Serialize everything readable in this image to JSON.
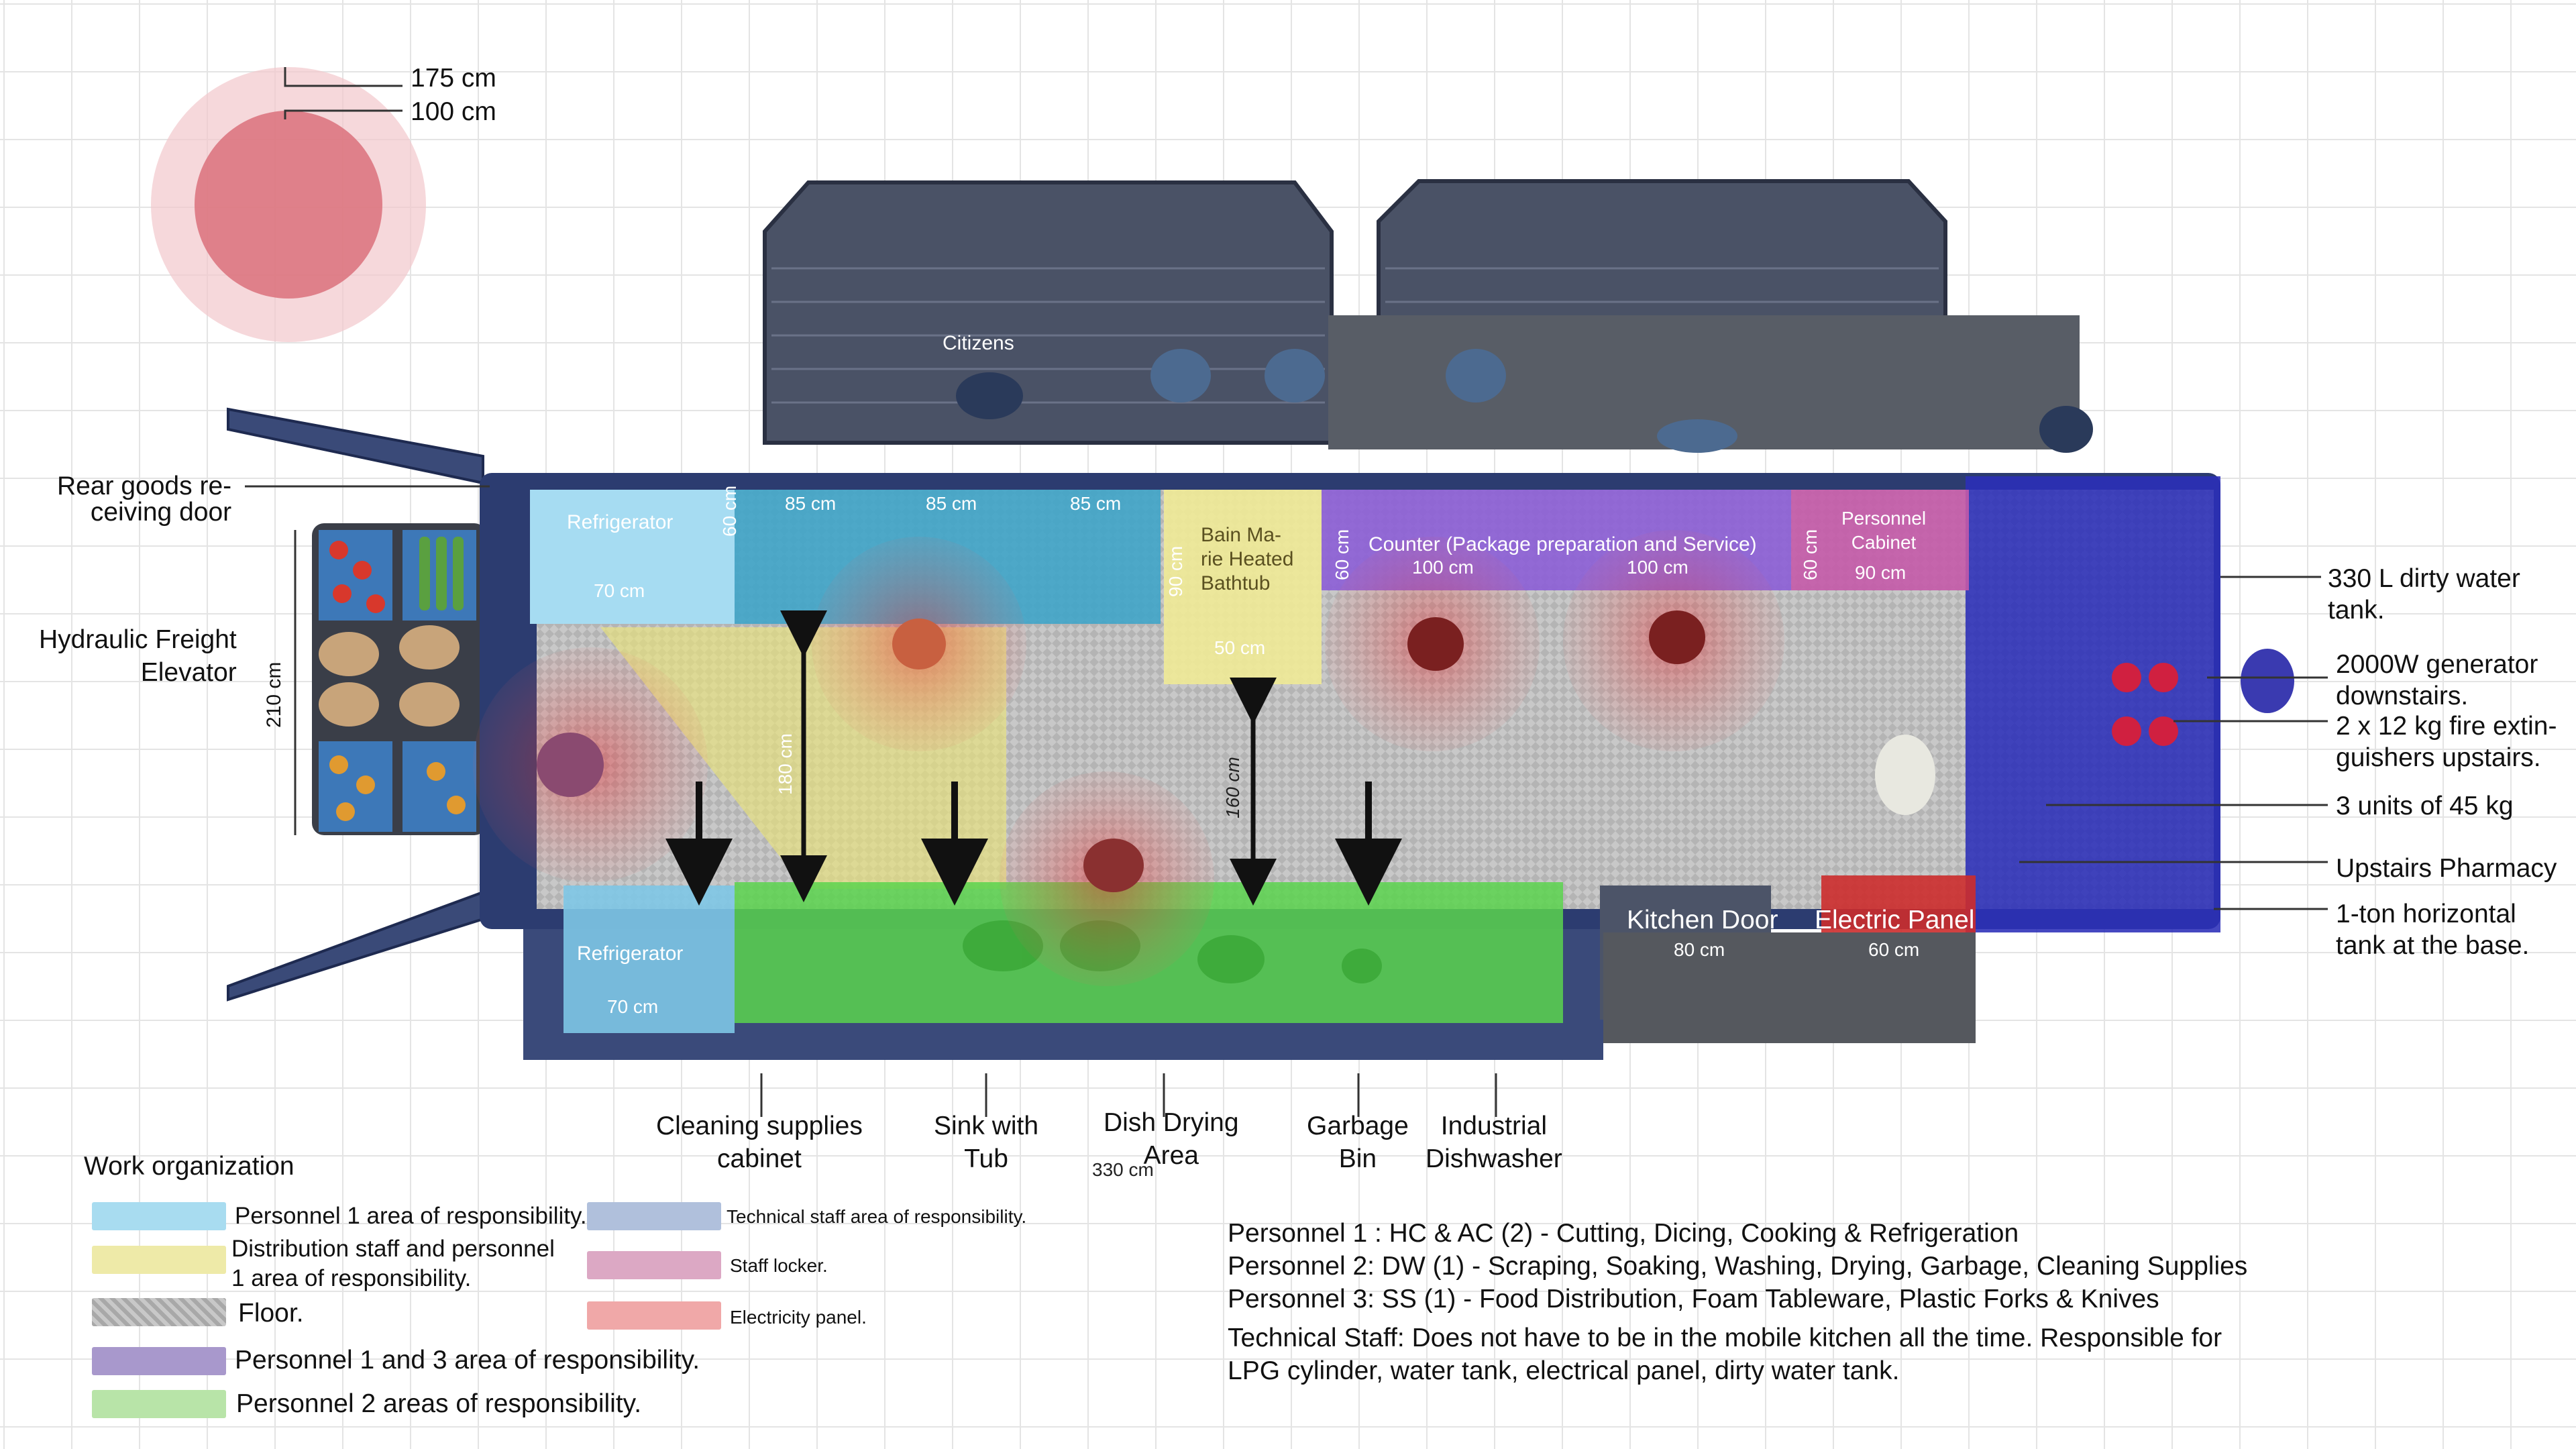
{
  "dimensions": {
    "d175": "175 cm",
    "d100": "100 cm",
    "d85a": "85 cm",
    "d85b": "85 cm",
    "d85c": "85 cm",
    "d60a": "60 cm",
    "d70a": "70 cm",
    "d90": "90 cm",
    "d50": "50 cm",
    "d60b": "60 cm",
    "d100b": "100 cm",
    "d100c": "100 cm",
    "d60c": "60 cm",
    "d90b": "90 cm",
    "d210": "210 cm",
    "d180": "180 cm",
    "d160": "160 cm",
    "d70b": "70 cm",
    "d80": "80 cm",
    "d60d": "60 cm",
    "d330": "330 cm"
  },
  "areas": {
    "citizens": "Citizens",
    "refrigerator_top": "Refrigerator",
    "bain_marie": [
      "Bain Ma-",
      "rie Heated",
      "Bathtub"
    ],
    "counter": "Counter (Package preparation and Service)",
    "personnel_cabinet": [
      "Personnel",
      "Cabinet"
    ],
    "refrigerator_bottom": "Refrigerator",
    "kitchen_door": "Kitchen Door",
    "electric_panel": "Electric Panel"
  },
  "callouts_left": {
    "rear_door": [
      "Rear goods re-",
      "ceiving door"
    ],
    "elevator": [
      "Hydraulic Freight",
      "Elevator"
    ]
  },
  "callouts_right": {
    "dirty_water": [
      "330 L dirty water",
      "tank."
    ],
    "generator": [
      "2000W generator",
      "downstairs."
    ],
    "extinguishers": [
      "2 x 12 kg fire extin-",
      "guishers upstairs."
    ],
    "lpg": "3 units of 45 kg",
    "pharmacy": "Upstairs Pharmacy",
    "horizontal_tank": [
      "1-ton horizontal",
      "tank at the base."
    ]
  },
  "callouts_bottom": {
    "cleaning": [
      "Cleaning supplies",
      "cabinet"
    ],
    "sink": [
      "Sink with",
      "Tub"
    ],
    "dish_drying": [
      "Dish Drying",
      "Area"
    ],
    "garbage": [
      "Garbage",
      "Bin"
    ],
    "dishwasher": [
      "Industrial",
      "Dishwasher"
    ]
  },
  "legend": {
    "title": "Work organization",
    "items": [
      {
        "label": "Personnel 1 area of responsibility.",
        "color": "#a8dcf0"
      },
      {
        "label": "Distribution staff and personnel",
        "label2": "1 area of responsibility.",
        "color": "#eeeaa8"
      },
      {
        "label": "Floor.",
        "color": "#b0b0b0"
      },
      {
        "label": "Personnel 1 and 3 area of responsibility.",
        "color": "#a898cc"
      },
      {
        "label": "Personnel 2 areas of responsibility.",
        "color": "#b8e4a8"
      },
      {
        "label": "Technical staff area of responsibility.",
        "color": "#b0c0dc"
      },
      {
        "label": "Staff locker.",
        "color": "#dca8c4"
      },
      {
        "label": "Electricity panel.",
        "color": "#f0a8a8"
      }
    ]
  },
  "notes": {
    "p1": "Personnel 1 : HC & AC (2) - Cutting, Dicing, Cooking & Refrigeration",
    "p2": "Personnel 2: DW (1) - Scraping, Soaking, Washing, Drying, Garbage, Cleaning Supplies",
    "p3": "Personnel 3: SS (1) - Food Distribution, Foam Tableware, Plastic Forks & Knives",
    "tech1": "Technical Staff: Does not have to be in the mobile kitchen all the time. Responsible for",
    "tech2": "LPG cylinder, water tank, electrical panel, dirty water tank."
  }
}
